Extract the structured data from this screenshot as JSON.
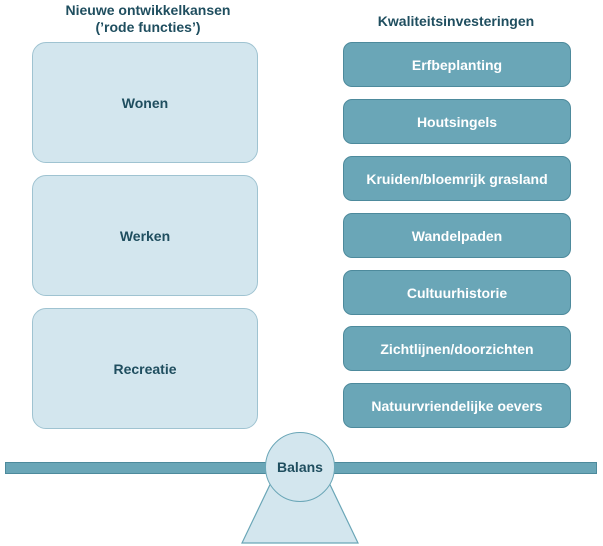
{
  "left_header": {
    "line1": "Nieuwe ontwikkelkansen",
    "line2": "(’rode functies’)"
  },
  "right_header": "Kwaliteitsinvesteringen",
  "red_functions": [
    "Wonen",
    "Werken",
    "Recreatie"
  ],
  "quality_investments": [
    "Erfbeplanting",
    "Houtsingels",
    "Kruiden/bloemrijk grasland",
    "Wandelpaden",
    "Cultuurhistorie",
    "Zichtlijnen/doorzichten",
    "Natuurvriendelijke oevers"
  ],
  "balance_label": "Balans",
  "colors": {
    "light_box": "#d3e6ee",
    "teal_box": "#6aa6b7",
    "text_dark": "#1f4e5f",
    "text_light": "#ffffff"
  }
}
